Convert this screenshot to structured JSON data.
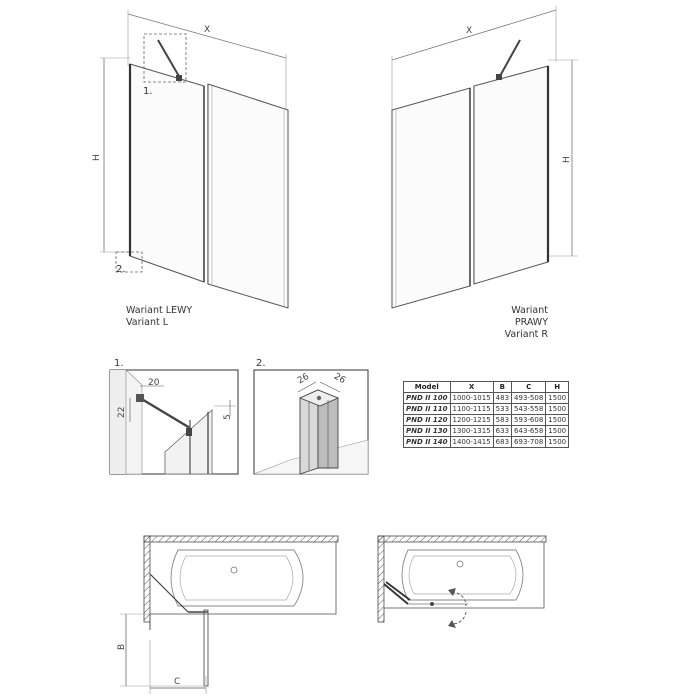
{
  "labels": {
    "dim_x": "X",
    "dim_h": "H",
    "dim_b": "B",
    "dim_c": "C",
    "detail_1": "1.",
    "detail_2": "2."
  },
  "variants": {
    "left_line1": "Wariant LEWY",
    "left_line2": "Variant L",
    "right_line1": "Wariant PRAWY",
    "right_line2": "Variant R"
  },
  "details": {
    "d1_width": "20",
    "d1_height": "22",
    "d1_gap": "5",
    "d2_a": "26",
    "d2_b": "26"
  },
  "table": {
    "headers": [
      "Model",
      "X",
      "B",
      "C",
      "H"
    ],
    "rows": [
      [
        "PND II 100",
        "1000-1015",
        "483",
        "493-508",
        "1500"
      ],
      [
        "PND II 110",
        "1100-1115",
        "533",
        "543-558",
        "1500"
      ],
      [
        "PND II 120",
        "1200-1215",
        "583",
        "593-608",
        "1500"
      ],
      [
        "PND II 130",
        "1300-1315",
        "633",
        "643-658",
        "1500"
      ],
      [
        "PND II 140",
        "1400-1415",
        "683",
        "693-708",
        "1500"
      ]
    ]
  }
}
